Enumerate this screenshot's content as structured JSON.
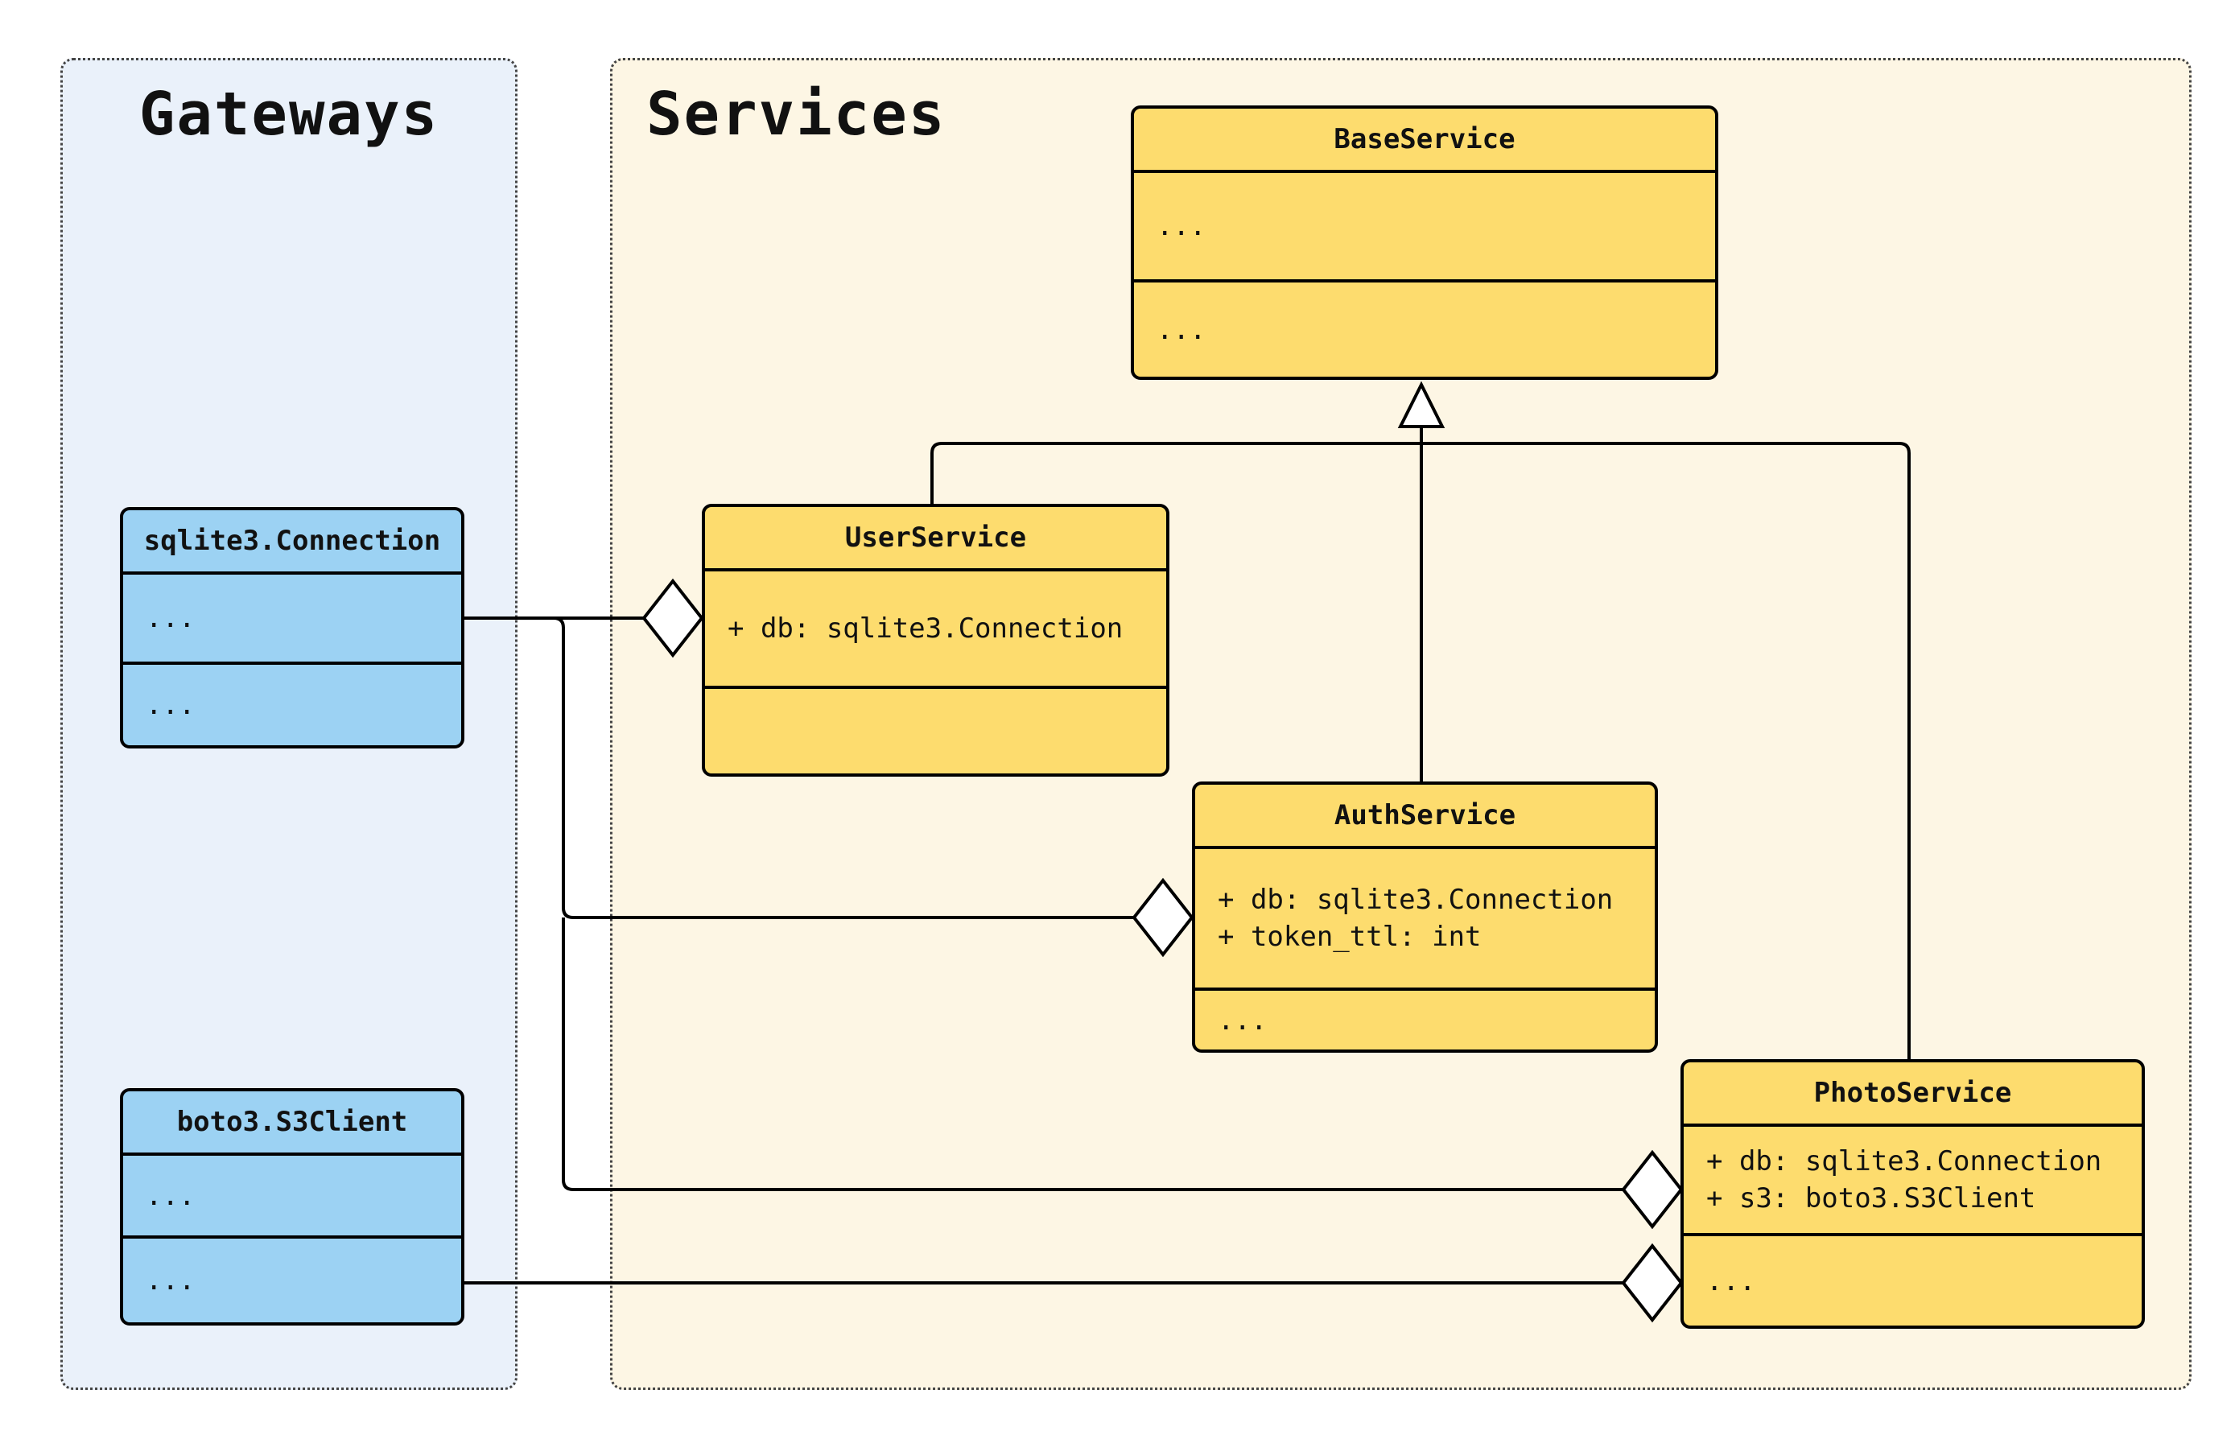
{
  "diagram": {
    "kind": "uml-class-diagram"
  },
  "groups": [
    {
      "title": "Gateways"
    },
    {
      "title": "Services"
    }
  ],
  "classes": [
    {
      "name": "sqlite3.Connection",
      "group": "Gateways",
      "attributes": [
        "..."
      ],
      "methods": [
        "..."
      ]
    },
    {
      "name": "boto3.S3Client",
      "group": "Gateways",
      "attributes": [
        "..."
      ],
      "methods": [
        "..."
      ]
    },
    {
      "name": "BaseService",
      "group": "Services",
      "attributes": [
        "..."
      ],
      "methods": [
        "..."
      ]
    },
    {
      "name": "UserService",
      "group": "Services",
      "attributes": [
        "+ db: sqlite3.Connection"
      ],
      "methods": []
    },
    {
      "name": "AuthService",
      "group": "Services",
      "attributes": [
        "+ db: sqlite3.Connection",
        "+ token_ttl: int"
      ],
      "methods": [
        "..."
      ]
    },
    {
      "name": "PhotoService",
      "group": "Services",
      "attributes": [
        "+ db: sqlite3.Connection",
        "+ s3: boto3.S3Client"
      ],
      "methods": [
        "..."
      ]
    }
  ],
  "relationships": [
    {
      "type": "inheritance",
      "child": "UserService",
      "parent": "BaseService"
    },
    {
      "type": "inheritance",
      "child": "AuthService",
      "parent": "BaseService"
    },
    {
      "type": "inheritance",
      "child": "PhotoService",
      "parent": "BaseService"
    },
    {
      "type": "aggregation",
      "part": "sqlite3.Connection",
      "whole": "UserService"
    },
    {
      "type": "aggregation",
      "part": "sqlite3.Connection",
      "whole": "AuthService"
    },
    {
      "type": "aggregation",
      "part": "sqlite3.Connection",
      "whole": "PhotoService"
    },
    {
      "type": "aggregation",
      "part": "boto3.S3Client",
      "whole": "PhotoService"
    }
  ],
  "colors": {
    "page_bg": "#FFFFFF",
    "gateways_panel_bg": "#EAF1FA",
    "services_panel_bg": "#FDF6E4",
    "gateway_class_fill": "#9CD2F3",
    "service_class_fill": "#FDDC6E",
    "stroke": "#000000",
    "text": "#111111"
  }
}
